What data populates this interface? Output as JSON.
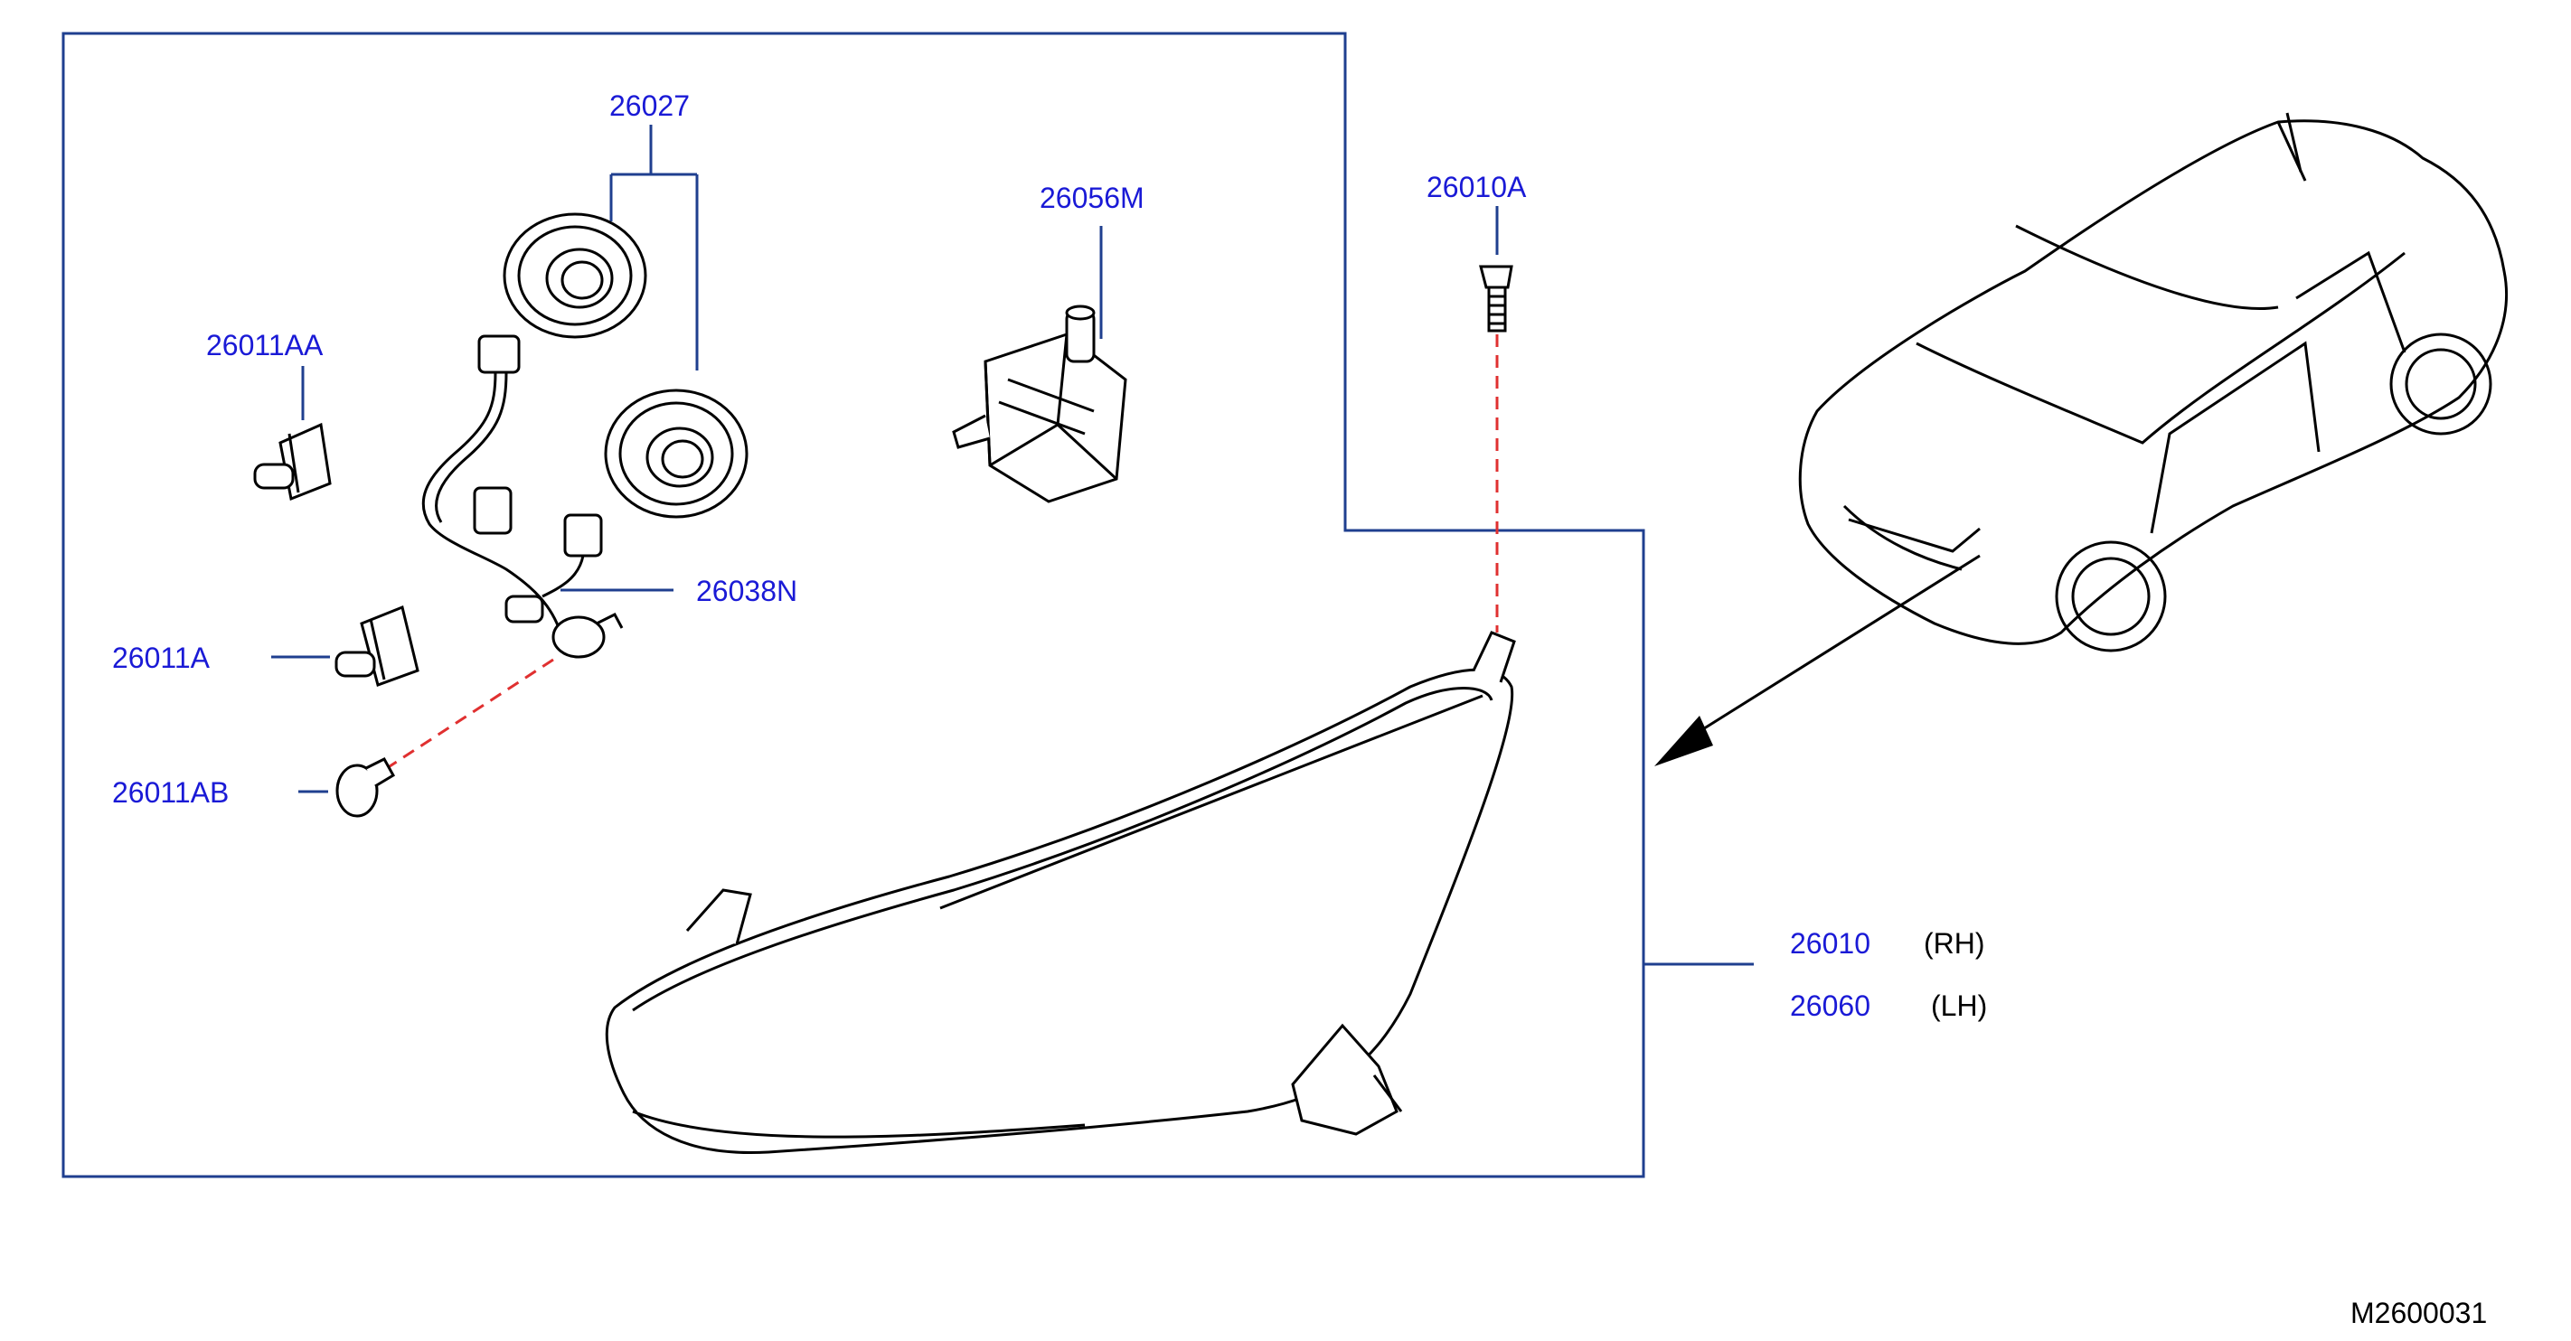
{
  "colors": {
    "part_label": "#1a1ad6",
    "frame_line": "#1f3f8f",
    "leader_dashed": "#e03030",
    "drawing": "#000000"
  },
  "parts": {
    "p26027": "26027",
    "p26056M": "26056M",
    "p26010A": "26010A",
    "p26011AA": "26011AA",
    "p26038N": "26038N",
    "p26011A": "26011A",
    "p26011AB": "26011AB",
    "p26010": "26010",
    "p26060": "26060"
  },
  "sides": {
    "rh": "(RH)",
    "lh": "(LH)"
  },
  "reference": "M2600031"
}
